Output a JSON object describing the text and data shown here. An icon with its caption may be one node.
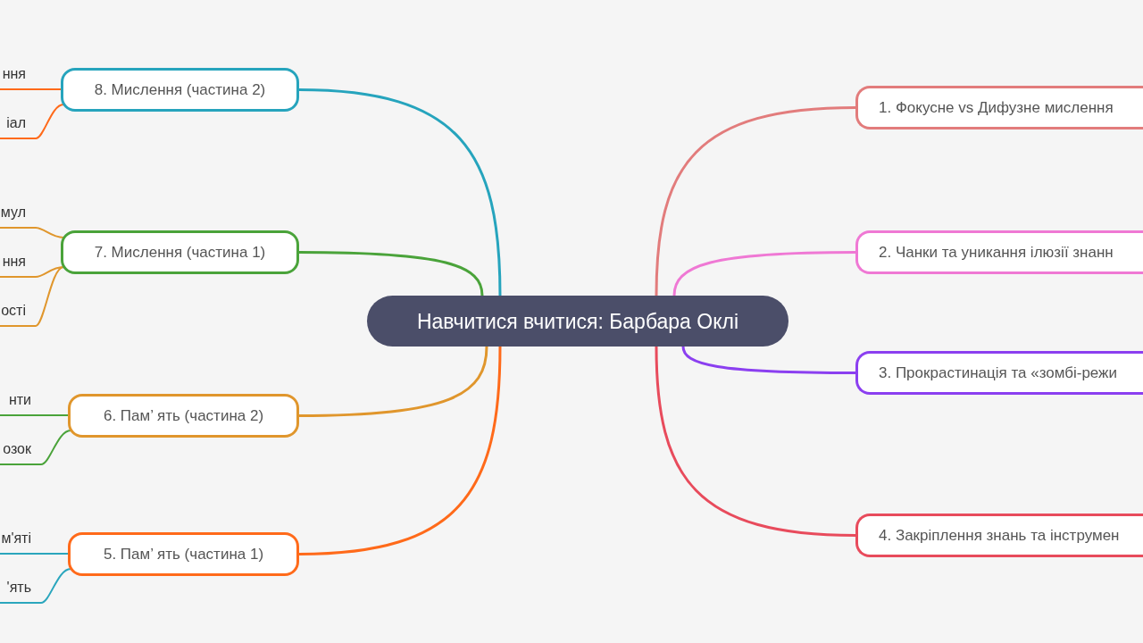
{
  "diagram": {
    "nodes": [
      {
        "text": [
          "Навчитися вчитися: Барбара Оклі"
        ]
      },
      {
        "text": [
          "1. Фокусне vs Дифузне мислення"
        ]
      },
      {
        "text": [
          "2. Чанки та уникання ілюзії знанн"
        ]
      },
      {
        "text": [
          "3. Прокрастинація та «зомбі-режи"
        ]
      },
      {
        "text": [
          "4. Закріплення знань та інструмен"
        ]
      },
      {
        "text": [
          "5. Пам’ ять (частина 1)"
        ]
      },
      {
        "text": [
          "6. Пам’ ять (частина 2)"
        ]
      },
      {
        "text": [
          "7. Мислення (частина 1)"
        ]
      },
      {
        "text": [
          "8. Мислення (частина 2)"
        ]
      },
      {
        "text": [
          "м'яті"
        ]
      },
      {
        "text": [
          "'ять"
        ]
      },
      {
        "text": [
          "нти"
        ]
      },
      {
        "text": [
          "озок"
        ]
      },
      {
        "text": [
          "мул"
        ]
      },
      {
        "text": [
          "ння"
        ]
      },
      {
        "text": [
          "ості"
        ]
      },
      {
        "text": [
          "ння"
        ]
      },
      {
        "text": [
          "іал"
        ]
      }
    ],
    "edges": [
      {
        "from": 0,
        "to": 1,
        "arrow": "none",
        "color": "#e27c7c"
      },
      {
        "from": 0,
        "to": 2,
        "arrow": "none",
        "color": "#ef78d4"
      },
      {
        "from": 0,
        "to": 3,
        "arrow": "none",
        "color": "#8b3ff0"
      },
      {
        "from": 0,
        "to": 4,
        "arrow": "none",
        "color": "#e84b5c"
      },
      {
        "from": 0,
        "to": 5,
        "arrow": "none",
        "color": "#ff6a1a"
      },
      {
        "from": 0,
        "to": 6,
        "arrow": "none",
        "color": "#e0962c"
      },
      {
        "from": 0,
        "to": 7,
        "arrow": "none",
        "color": "#4aa33a"
      },
      {
        "from": 0,
        "to": 8,
        "arrow": "none",
        "color": "#26a4bd"
      },
      {
        "from": 5,
        "to": 9,
        "arrow": "none",
        "color": "#2aa6bd"
      },
      {
        "from": 5,
        "to": 10,
        "arrow": "none",
        "color": "#2aa6bd"
      },
      {
        "from": 6,
        "to": 11,
        "arrow": "none",
        "color": "#4aa33a"
      },
      {
        "from": 6,
        "to": 12,
        "arrow": "none",
        "color": "#4aa33a"
      },
      {
        "from": 7,
        "to": 13,
        "arrow": "none",
        "color": "#e0962c"
      },
      {
        "from": 7,
        "to": 14,
        "arrow": "none",
        "color": "#e0962c"
      },
      {
        "from": 7,
        "to": 15,
        "arrow": "none",
        "color": "#e0962c"
      },
      {
        "from": 8,
        "to": 16,
        "arrow": "none",
        "color": "#ff6a1a"
      },
      {
        "from": 8,
        "to": 17,
        "arrow": "none",
        "color": "#ff6a1a"
      }
    ]
  }
}
